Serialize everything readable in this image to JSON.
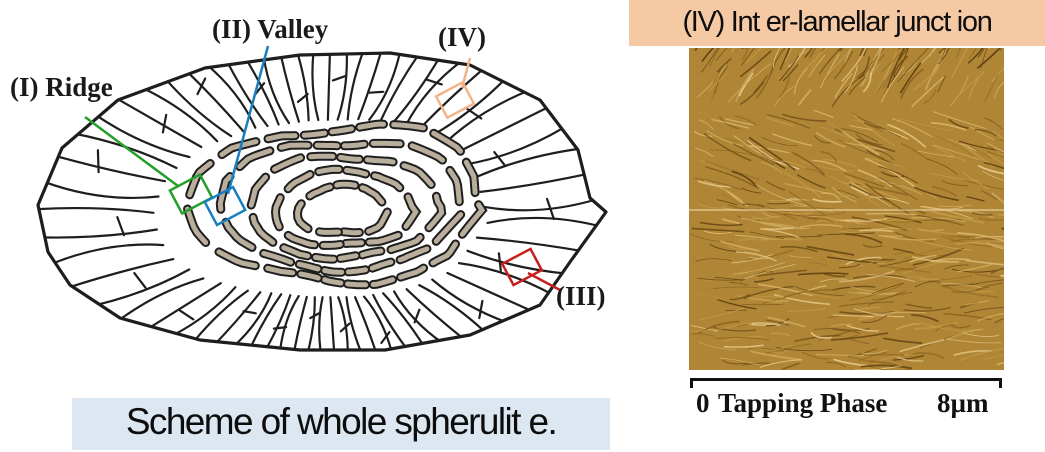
{
  "labels": {
    "ridge": "(I) Ridge",
    "valley": "(II) Valley",
    "junction": "(IV)",
    "region_iii": "(III)"
  },
  "colors": {
    "ridge": "#22a02a",
    "valley": "#1a7fc0",
    "junction": "#f2b48a",
    "region_iii": "#c81e1e",
    "lamella": "#b9ad9c",
    "outline": "#1e1e1e",
    "caption_bg": "#dde7f2",
    "title_bg": "#f6c9a5",
    "afm_base": "#b08636"
  },
  "scheme": {
    "caption": "Scheme of whole spherulit e."
  },
  "afm": {
    "title": "(IV) Int er-lamellar junct ion",
    "scale_zero": "0",
    "scale_mode": "Tapping Phase",
    "scale_max": "8µm"
  }
}
